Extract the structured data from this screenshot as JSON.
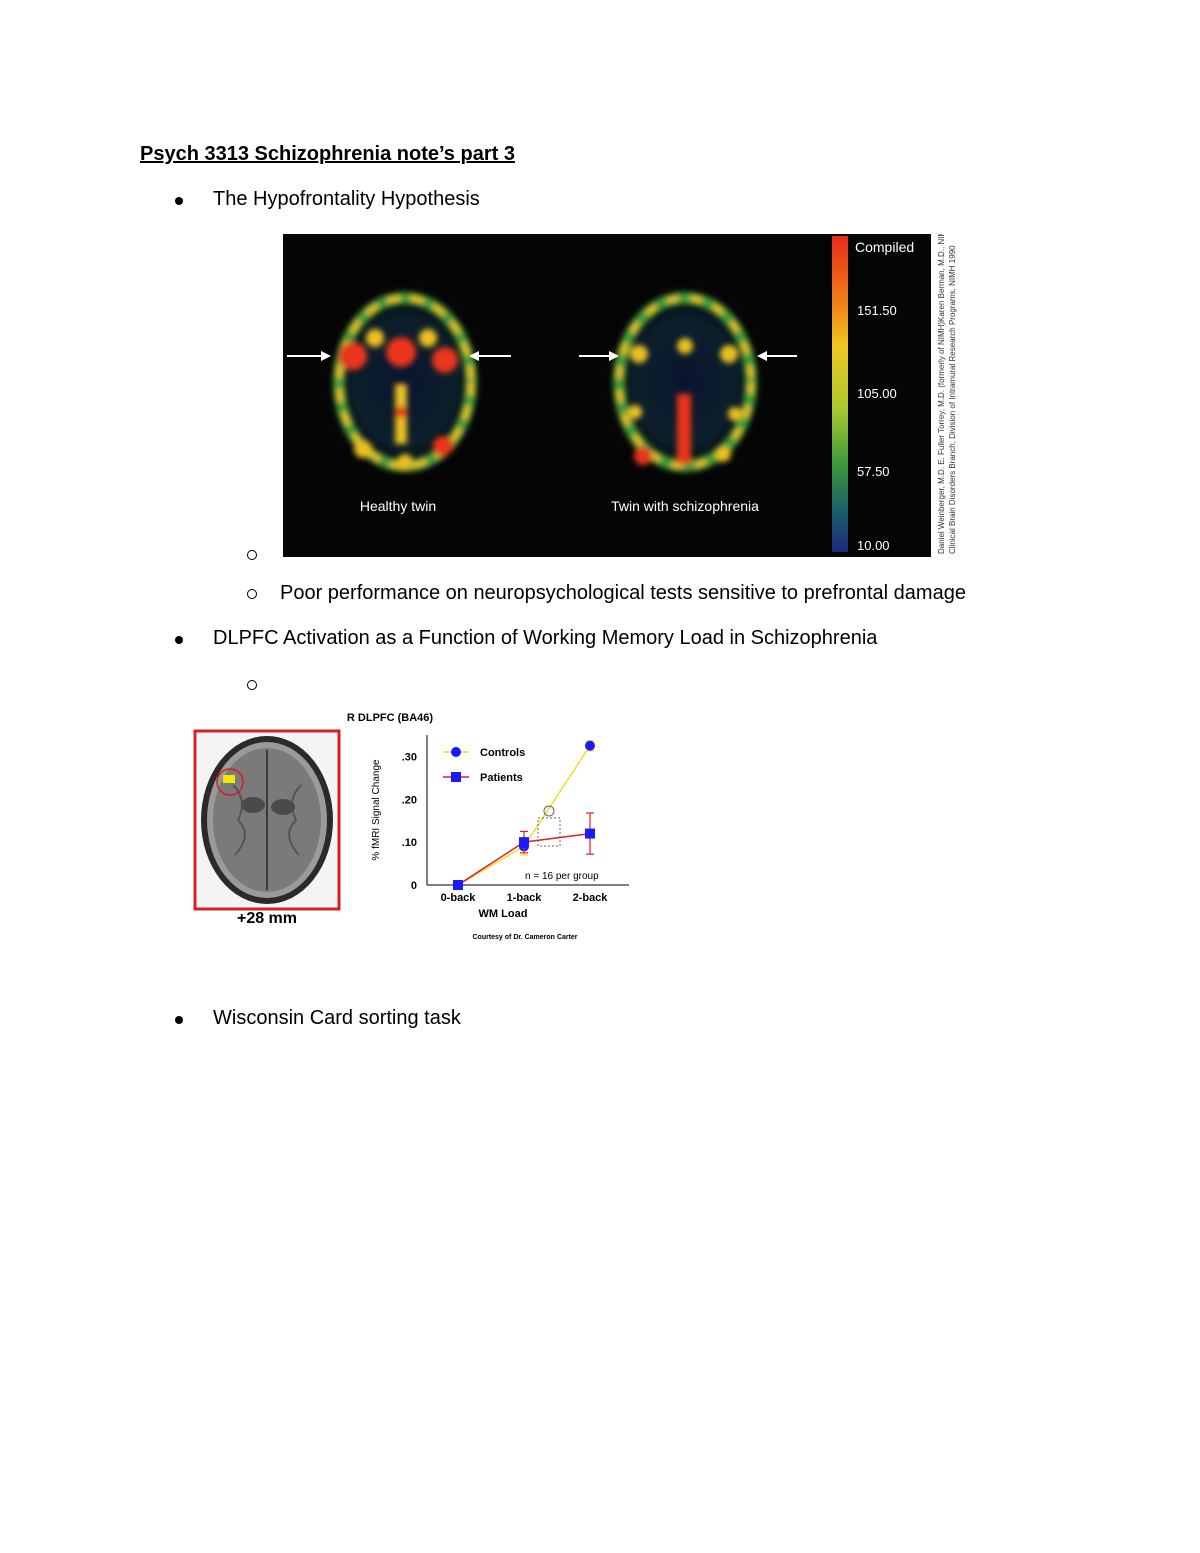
{
  "title": "Psych 3313 Schizophrenia note’s part 3",
  "bullets": [
    {
      "text": "The Hypofrontality Hypothesis"
    },
    {
      "text": "DLPFC Activation as a Function of Working Memory Load in Schizophrenia"
    },
    {
      "text": "Wisconsin Card sorting task"
    }
  ],
  "sub_bullets": [
    {
      "text": ""
    },
    {
      "text": "Poor performance on neuropsychological tests sensitive to prefrontal damage"
    },
    {
      "text": ""
    }
  ],
  "pet_figure": {
    "scale_title": "Compiled",
    "scale_values": [
      "151.50",
      "105.00",
      "57.50",
      "10.00"
    ],
    "left_label": "Healthy twin",
    "right_label": "Twin with schizophrenia",
    "credit_line1": "Daniel Weinberger, M.D. E. Fuller Torrey, M.D. (formerly of NIMH)Karen Berman, M.D., NIMH",
    "credit_line2": "Clinical Brain Disorders Branch, Division of Intramural Research Programs, NIMH 1990",
    "colors": {
      "background": "#050505",
      "hot": "#e8341a",
      "warm": "#f0d020",
      "mid": "#3aa03a",
      "cool": "#1a3a8a"
    }
  },
  "fmri_figure": {
    "mri_caption": "+28 mm",
    "courtesy": "Courtesy of Dr. Cameron Carter",
    "annotation": "n = 16 per group",
    "chart_data": {
      "type": "line",
      "title": "R DLPFC (BA46)",
      "xlabel": "WM Load",
      "ylabel": "% fMRI Signal Change",
      "categories": [
        "0-back",
        "1-back",
        "2-back"
      ],
      "ytick_labels": [
        "0",
        ".10",
        ".20",
        ".30"
      ],
      "ylim": [
        0,
        0.35
      ],
      "legend_position": "top-left",
      "series": [
        {
          "name": "Controls",
          "values": [
            0.0,
            0.09,
            0.325
          ],
          "errors": [
            0.0,
            0.02,
            0.012
          ],
          "color": "#f0e020",
          "marker": "circle",
          "marker_color": "#1a1aff"
        },
        {
          "name": "Patients",
          "values": [
            0.0,
            0.1,
            0.12
          ],
          "errors": [
            0.0,
            0.025,
            0.048
          ],
          "color": "#e02020",
          "marker": "square",
          "marker_color": "#1a1aff"
        }
      ]
    }
  }
}
